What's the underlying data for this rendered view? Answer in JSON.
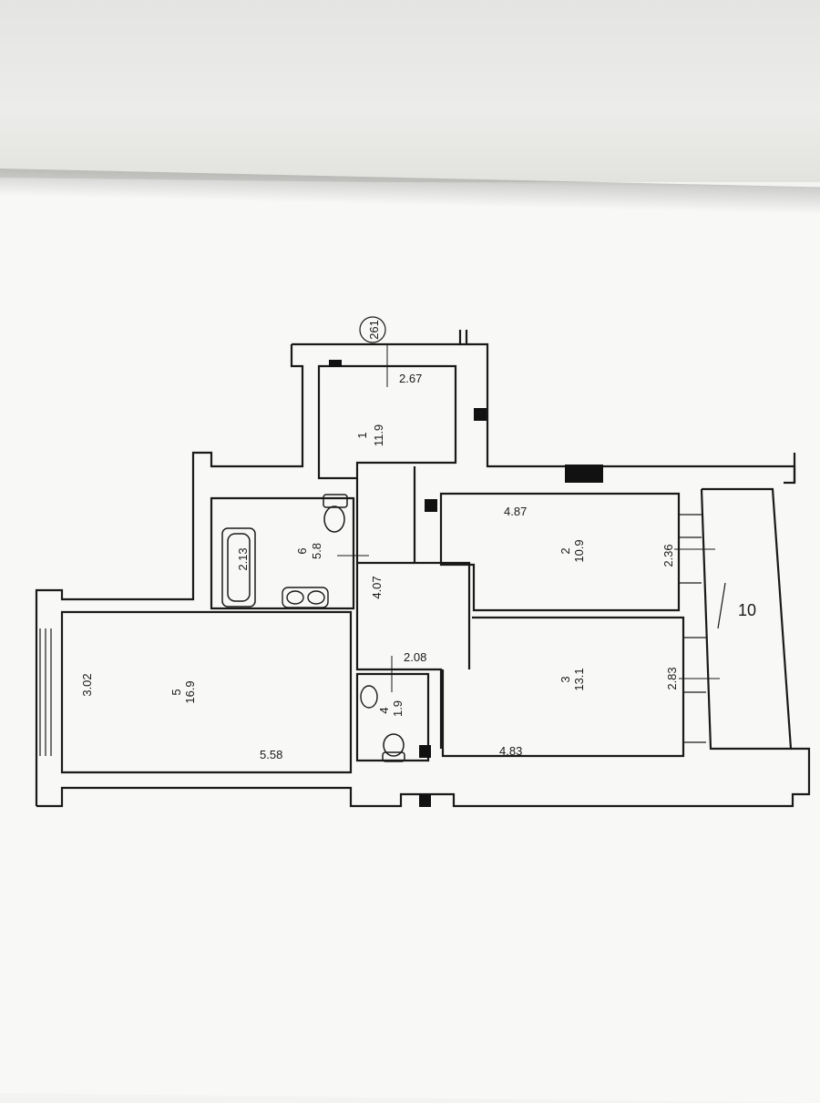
{
  "plan": {
    "axis_marker": "261",
    "rooms": [
      {
        "number": "1",
        "area": "11.9",
        "dimension": "2.67"
      },
      {
        "number": "2",
        "area": "10.9",
        "dimension_a": "4.87",
        "dimension_b": "2.36"
      },
      {
        "number": "3",
        "area": "13.1",
        "dimension_a": "4.83",
        "dimension_b": "2.83"
      },
      {
        "number": "4",
        "area": "1.9"
      },
      {
        "number": "5",
        "area": "16.9",
        "dimension_a": "3.02",
        "dimension_b": "5.58"
      },
      {
        "number": "6",
        "area": "5.8",
        "dimension": "2.13"
      }
    ],
    "corridor": {
      "dimension_a": "4.07",
      "dimension_b": "2.08"
    },
    "balcony": {
      "number": "10"
    }
  },
  "colors": {
    "ink": "#1a1a1a",
    "paper": "#f8f8f7",
    "background": "#e6e6e4"
  }
}
